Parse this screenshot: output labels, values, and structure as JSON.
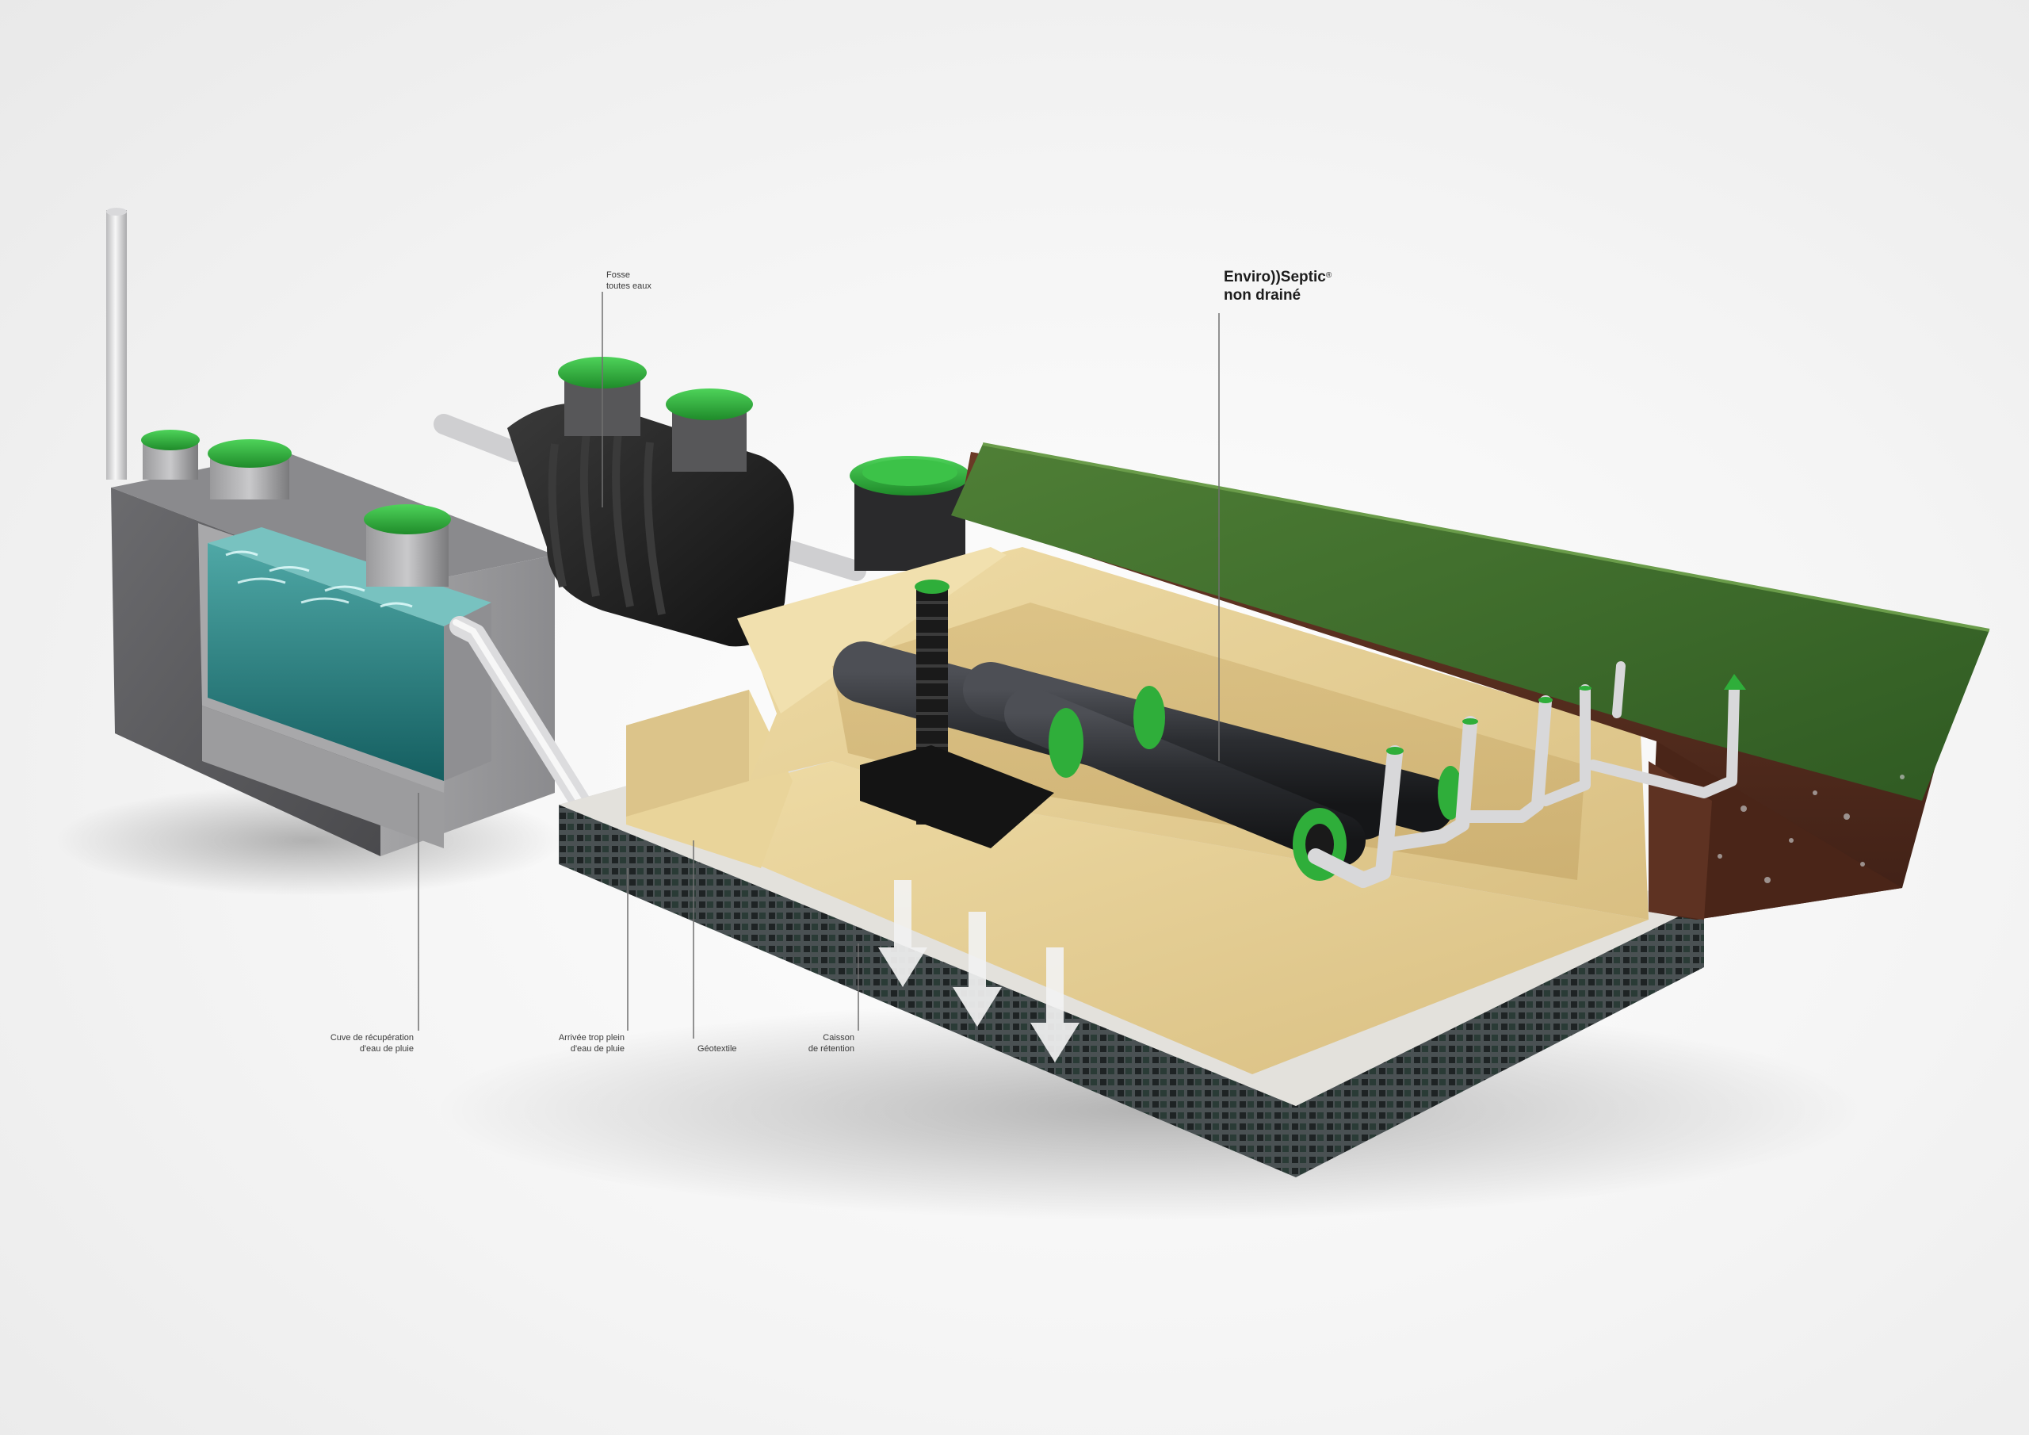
{
  "labels": {
    "fosse": {
      "line1": "Fosse",
      "line2": "toutes eaux"
    },
    "product": {
      "name": "Enviro))Septic",
      "reg": "®",
      "line2": "non drainé"
    },
    "cuve": {
      "line1": "Cuve de récupération",
      "line2": "d'eau de pluie"
    },
    "arrivee": {
      "line1": "Arrivée trop plein",
      "line2": "d'eau de pluie"
    },
    "geotextile": {
      "line1": "Géotextile"
    },
    "caisson": {
      "line1": "Caisson",
      "line2": "de rétention"
    }
  },
  "colors": {
    "lid_green": "#2fae3a",
    "tank_black": "#1b1b1b",
    "concrete": "#7d7d80",
    "water": "#1f7e7f",
    "sand": "#e6cf93",
    "grass": "#3f6e2c",
    "soil": "#5a2f1f",
    "caisson": "#3e4446",
    "pipe_white": "#e9e9ea"
  }
}
